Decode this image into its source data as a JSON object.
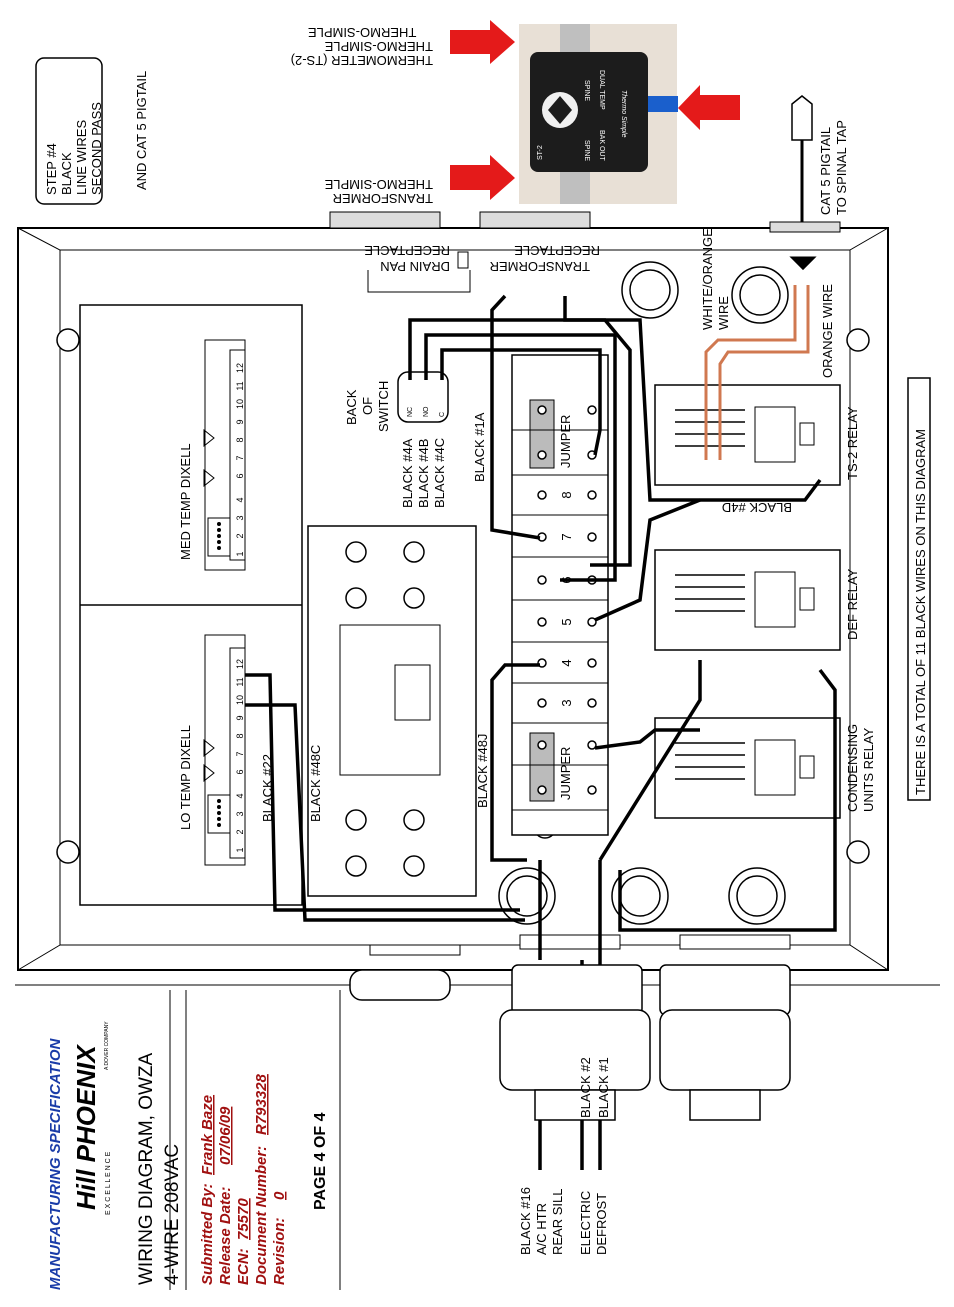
{
  "title_block": {
    "header": "MANUFACTURING SPECIFICATION",
    "brand": "Hill PHOENIX",
    "tagline": "E X C E L L E N C E",
    "dover": "A DOVER COMPANY",
    "title_line1": "WIRING DIAGRAM, OWZA",
    "title_line2": "4-WIRE 208VAC",
    "submitted_label": "Submitted By:",
    "submitted_value": "Frank Baze",
    "release_label": "Release Date:",
    "release_value": "07/06/09",
    "ecn_label": "ECN:",
    "ecn_value": "75570",
    "docnum_label": "Document Number:",
    "docnum_value": "R793328",
    "revision_label": "Revision:",
    "revision_value": "0",
    "page": "PAGE 4 OF 4"
  },
  "step_box": {
    "line1": "STEP #4",
    "line2": "BLACK",
    "line3": "LINE WIRES",
    "line4": "SECOND PASS",
    "note": "AND CAT 5 PIGTAIL"
  },
  "device": {
    "thermometer_line1": "THERMO-SIMPLE",
    "thermometer_line2": "THERMOMETER (TS-2)",
    "transformer_line1": "THERMO-SIMPLE",
    "transformer_line2": "TRANSFORMER",
    "cat5_line1": "CAT 5 PIGTAIL",
    "cat5_line2": "TO SPINAL TAP",
    "label_ts2": "ST-2",
    "label_spine1": "SPINE",
    "label_spine2": "SPINE",
    "label_dual": "DUAL TEMP",
    "label_bakout": "BAK OUT",
    "label_brand": "Thermo Simple"
  },
  "receptacles": {
    "transformer_line1": "TRANSFORMER",
    "transformer_line2": "RECEPTACLE",
    "drain_line1": "DRAIN PAN",
    "drain_line2": "RECEPTACLE"
  },
  "wires": {
    "white_orange_line1": "WHITE/ORANGE",
    "white_orange_line2": "WIRE",
    "orange": "ORANGE WIRE",
    "black_4a": "BLACK #4A",
    "black_4b": "BLACK #4B",
    "black_4c": "BLACK #4C",
    "black_1a": "BLACK #1A",
    "black_48j": "BLACK #48J",
    "black_48c": "BLACK #48C",
    "black_22": "BLACK #22",
    "black_4d": "BLACK #4D",
    "black_16_line1": "BLACK #16",
    "black_16_line2": "A/C HTR",
    "black_16_line3": "REAR SILL",
    "black_2": "BLACK #2",
    "black_1": "BLACK #1",
    "electric_line1": "ELECTRIC",
    "electric_line2": "DEFROST"
  },
  "switch": {
    "line1": "BACK",
    "line2": "OF",
    "line3": "SWITCH",
    "nc": "NC",
    "no": "NO",
    "c": "C"
  },
  "controllers": {
    "med": "MED TEMP DIXELL",
    "lo": "LO TEMP DIXELL",
    "pins": [
      "1",
      "2",
      "3",
      "4",
      "6",
      "7",
      "8",
      "9",
      "10",
      "11",
      "12"
    ]
  },
  "relays": {
    "ts2": "TS-2 RELAY",
    "def": "DEF RELAY",
    "cond_line1": "CONDENSING",
    "cond_line2": "UNITS RELAY"
  },
  "terminal": {
    "jumper_top": "JUMPER",
    "jumper_bottom": "JUMPER",
    "numbers": [
      "8",
      "7",
      "6",
      "5",
      "4",
      "3"
    ]
  },
  "footnote": "THERE IS A TOTAL OF 11 BLACK WIRES ON THIS DIAGRAM"
}
